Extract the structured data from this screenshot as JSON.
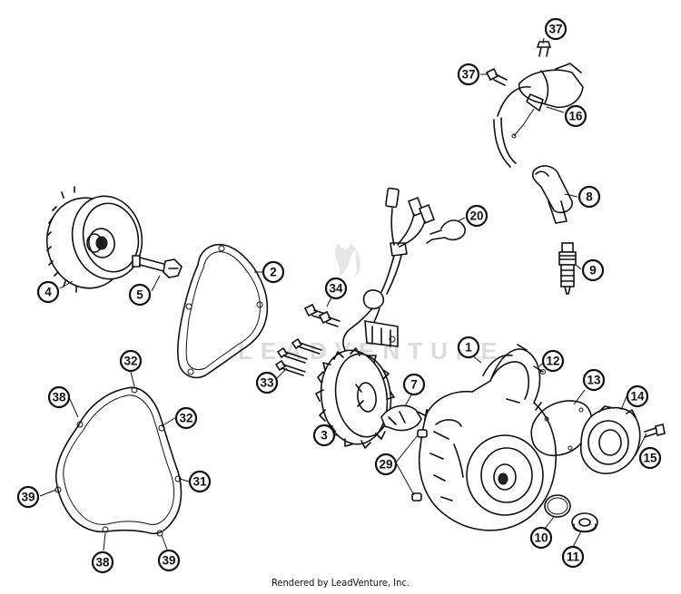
{
  "diagram": {
    "callouts": [
      {
        "label": "37"
      },
      {
        "label": "37"
      },
      {
        "label": "16"
      },
      {
        "label": "8"
      },
      {
        "label": "20"
      },
      {
        "label": "9"
      },
      {
        "label": "4"
      },
      {
        "label": "5"
      },
      {
        "label": "2"
      },
      {
        "label": "34"
      },
      {
        "label": "1"
      },
      {
        "label": "12"
      },
      {
        "label": "33"
      },
      {
        "label": "32"
      },
      {
        "label": "38"
      },
      {
        "label": "32"
      },
      {
        "label": "7"
      },
      {
        "label": "13"
      },
      {
        "label": "14"
      },
      {
        "label": "3"
      },
      {
        "label": "29"
      },
      {
        "label": "31"
      },
      {
        "label": "15"
      },
      {
        "label": "39"
      },
      {
        "label": "10"
      },
      {
        "label": "11"
      },
      {
        "label": "38"
      },
      {
        "label": "39"
      }
    ],
    "watermark": "LEADVENTURE"
  },
  "footer": {
    "credit": "Rendered by LeadVenture, Inc."
  }
}
